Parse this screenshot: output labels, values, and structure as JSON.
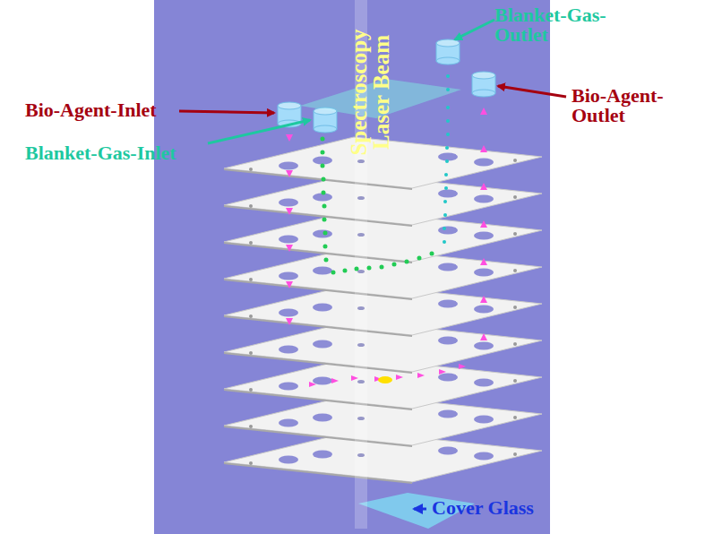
{
  "diagram": {
    "labels": [
      "Bio-Agent-Inlet",
      "Blanket-Gas-Inlet",
      "Spectroscopy Laser Beam",
      "Blanket-Gas-Outlet",
      "Bio-Agent-Outlet",
      "Cover Glass"
    ]
  }
}
